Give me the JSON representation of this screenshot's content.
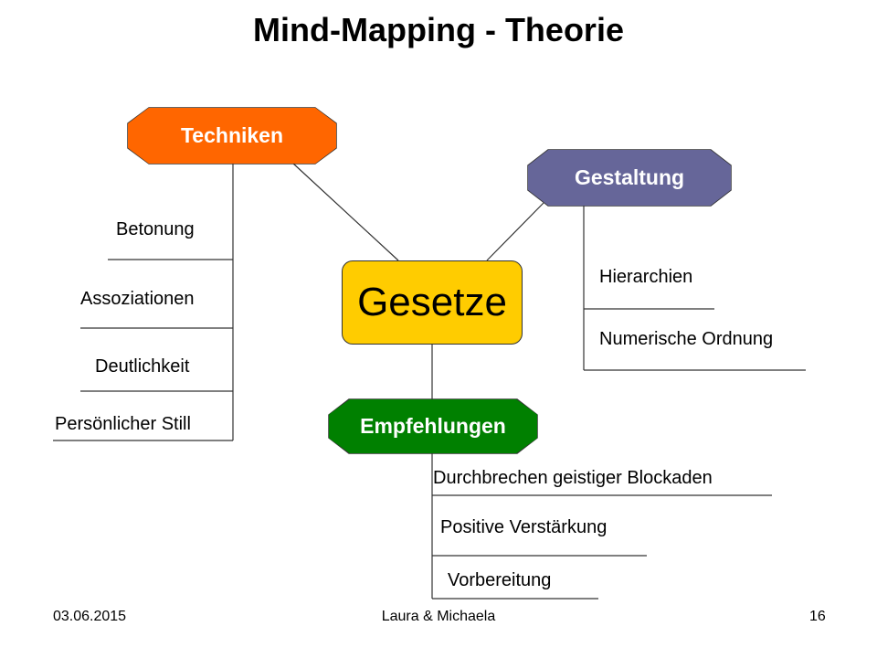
{
  "title": "Mind-Mapping - Theorie",
  "center": {
    "label": "Gesetze",
    "color": "#ffcc00"
  },
  "branches": {
    "techniken": {
      "label": "Techniken",
      "color": "#ff6600",
      "items": [
        "Betonung",
        "Assoziationen",
        "Deutlichkeit",
        "Persönlicher Still"
      ]
    },
    "gestaltung": {
      "label": "Gestaltung",
      "color": "#666699",
      "items": [
        "Hierarchien",
        "Numerische Ordnung"
      ]
    },
    "empfehlungen": {
      "label": "Empfehlungen",
      "color": "#008000",
      "items": [
        "Durchbrechen geistiger Blockaden",
        "Positive Verstärkung",
        "Vorbereitung"
      ]
    }
  },
  "footer": {
    "date": "03.06.2015",
    "authors": "Laura & Michaela",
    "page": "16"
  }
}
